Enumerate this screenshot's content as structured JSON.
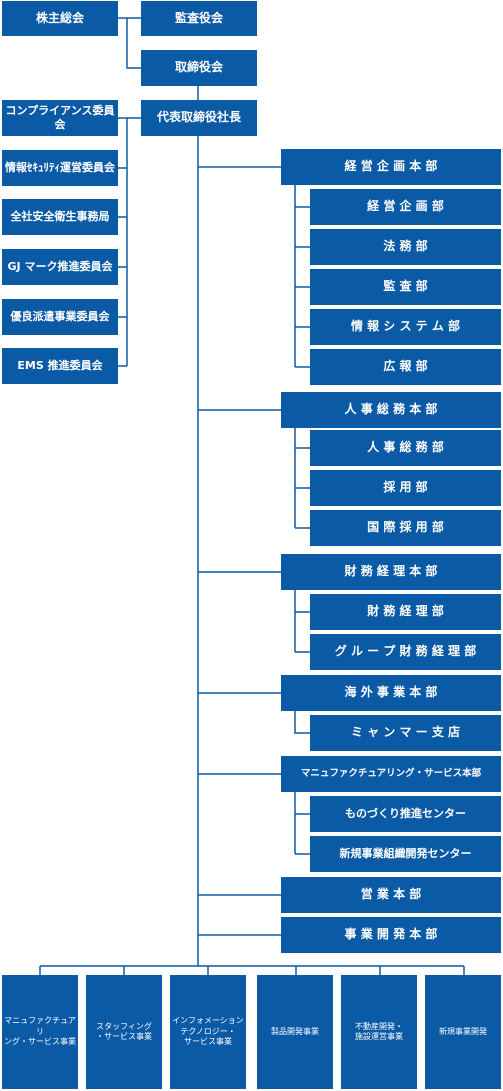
{
  "colors": {
    "box": "#0b5aa5",
    "line": "#0b5aa5",
    "text": "#ffffff"
  },
  "top": {
    "shareholders": "株主総会",
    "auditors": "監査役会",
    "board": "取締役会",
    "president": "代表取締役社長"
  },
  "committees": [
    "コンプライアンス委員会",
    "情報ｾｷｭﾘﾃｨ運営委員会",
    "全社安全衛生事務局",
    "GJ マーク推進委員会",
    "優良派遣事業委員会",
    "EMS 推進委員会"
  ],
  "divisions": {
    "corp_planning": {
      "head": "経 営 企 画 本 部",
      "units": [
        "経 営 企 画 部",
        "法 務 部",
        "監 査 部",
        "情 報 シ ス テ ム 部",
        "広 報 部"
      ]
    },
    "hr": {
      "head": "人 事 総 務 本 部",
      "units": [
        "人 事 総 務 部",
        "採 用 部",
        "国 際 採 用 部"
      ]
    },
    "finance": {
      "head": "財 務 経 理 本 部",
      "units": [
        "財 務 経 理 部",
        "グ ル ー プ 財 務 経 理 部"
      ]
    },
    "overseas": {
      "head": "海 外 事 業 本 部",
      "units": [
        "ミ ャ ン マ ー 支 店"
      ]
    },
    "manufacturing": {
      "head": "マニュファクチュアリング・サービス本部",
      "units": [
        "ものづくり推進センター",
        "新規事業組織開発センター"
      ]
    },
    "sales": {
      "head": "営 業 本 部"
    },
    "bizdev": {
      "head": "事 業 開 発 本 部"
    }
  },
  "businesses": [
    "マニュファクチュアリ\nング・サービス事業",
    "スタッフィング\n・サービス事業",
    "インフォメーション\nテクノロジー・\nサービス事業",
    "製品開発事業",
    "不動産開発・\n施設運営事業",
    "新規事業開発"
  ]
}
